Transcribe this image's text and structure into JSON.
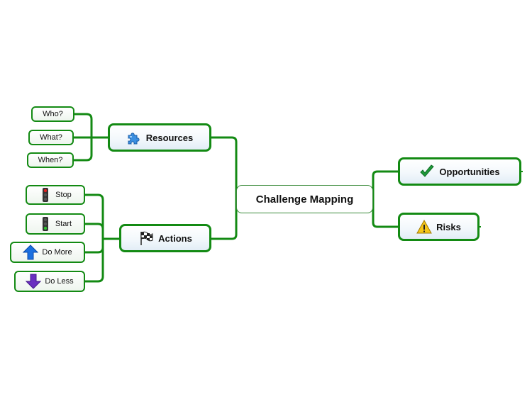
{
  "central": {
    "label": "Challenge Mapping"
  },
  "branches": {
    "resources": {
      "label": "Resources",
      "icon": "puzzle-piece-icon",
      "children": [
        "Who?",
        "What?",
        "When?"
      ]
    },
    "actions": {
      "label": "Actions",
      "icon": "checkered-flag-icon",
      "children": [
        {
          "label": "Stop",
          "icon": "traffic-light-red-icon"
        },
        {
          "label": "Start",
          "icon": "traffic-light-green-icon"
        },
        {
          "label": "Do More",
          "icon": "arrow-up-icon"
        },
        {
          "label": "Do Less",
          "icon": "arrow-down-icon"
        }
      ]
    },
    "opportunities": {
      "label": "Opportunities",
      "icon": "checkmark-icon"
    },
    "risks": {
      "label": "Risks",
      "icon": "warning-icon"
    }
  },
  "colors": {
    "connector": "#138a13",
    "central_border": "#3a8a3a",
    "arrow_up": "#1a6fe0",
    "arrow_down": "#6a2fc0"
  }
}
